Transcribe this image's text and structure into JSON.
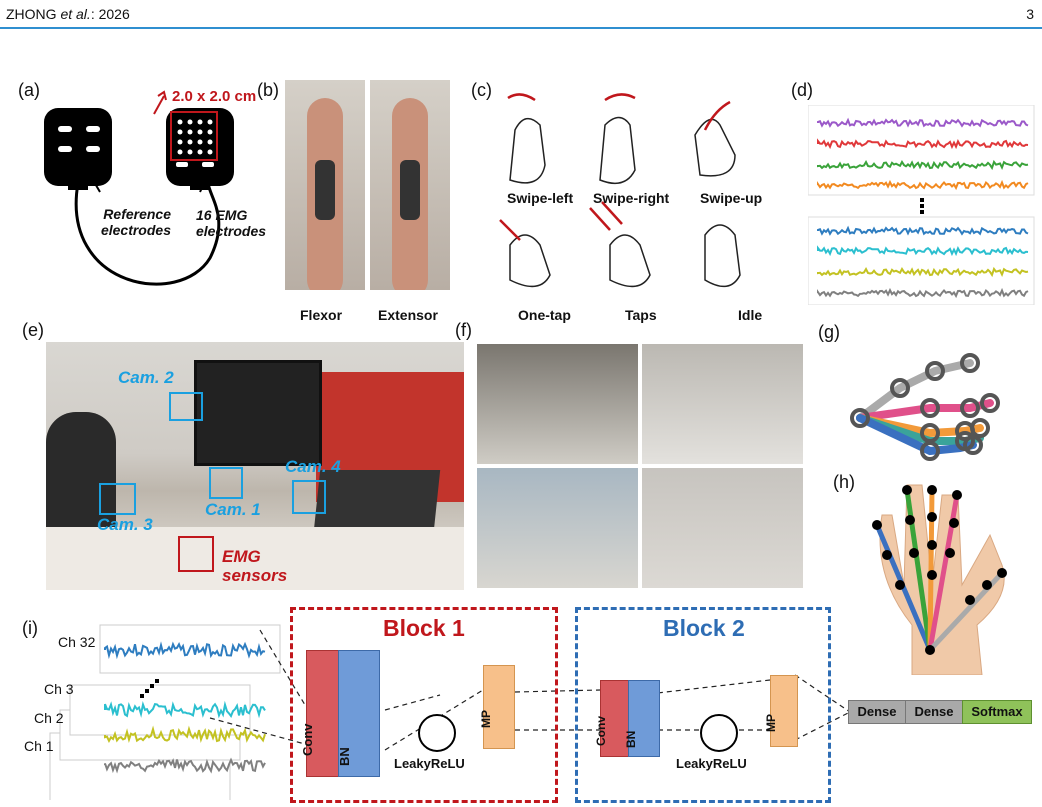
{
  "header": {
    "authors": "ZHONG",
    "etal": " et al.",
    "year": ": 2026",
    "page": "3"
  },
  "panels": {
    "a": "(a)",
    "b": "(b)",
    "c": "(c)",
    "d": "(d)",
    "e": "(e)",
    "f": "(f)",
    "g": "(g)",
    "h": "(h)",
    "i": "(i)"
  },
  "panel_a": {
    "size": "2.0 x 2.0 cm",
    "ref1": "Reference",
    "ref2": "electrodes",
    "emg1": "16 EMG",
    "emg2": "electrodes"
  },
  "panel_b": {
    "flexor": "Flexor",
    "extensor": "Extensor"
  },
  "panel_c": {
    "gestures": [
      "Swipe-left",
      "Swipe-right",
      "Swipe-up",
      "One-tap",
      "Taps",
      "Idle"
    ]
  },
  "panel_e": {
    "cam1": "Cam. 1",
    "cam2": "Cam. 2",
    "cam3": "Cam. 3",
    "cam4": "Cam. 4",
    "emg1": "EMG",
    "emg2": "sensors"
  },
  "panel_i": {
    "channels": [
      "Ch 32",
      "Ch 3",
      "Ch 2",
      "Ch 1"
    ],
    "block1": "Block 1",
    "block2": "Block 2",
    "conv": "Conv",
    "bn": "BN",
    "mp": "MP",
    "act": "LeakyReLU",
    "dense1": "Dense",
    "dense2": "Dense",
    "softmax": "Softmax"
  },
  "colors": {
    "accent_red": "#c0171c",
    "accent_blue": "#2e6db4",
    "cam_blue": "#1aa0e0",
    "signals_top": [
      "#9b59c9",
      "#e0383a",
      "#3aa33a",
      "#f28a20"
    ],
    "signals_bottom": [
      "#2e7dc0",
      "#2bbfcf",
      "#c3c222",
      "#808080"
    ]
  }
}
